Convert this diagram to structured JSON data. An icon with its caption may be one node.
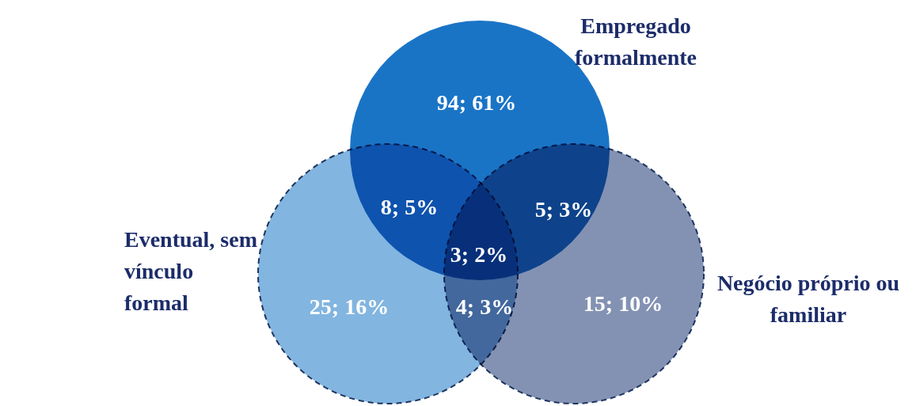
{
  "diagram": {
    "nodes": [
      {
        "text": [
          "Empregado formalmente"
        ]
      },
      {
        "text": [
          "Eventual, sem vínculo formal"
        ]
      },
      {
        "text": [
          "Negócio próprio ou familiar"
        ]
      }
    ],
    "labels": [
      "94; 61%",
      "8; 5%",
      "5; 3%",
      "3; 2%",
      "25; 16%",
      "4; 3%",
      "15; 10%"
    ]
  }
}
